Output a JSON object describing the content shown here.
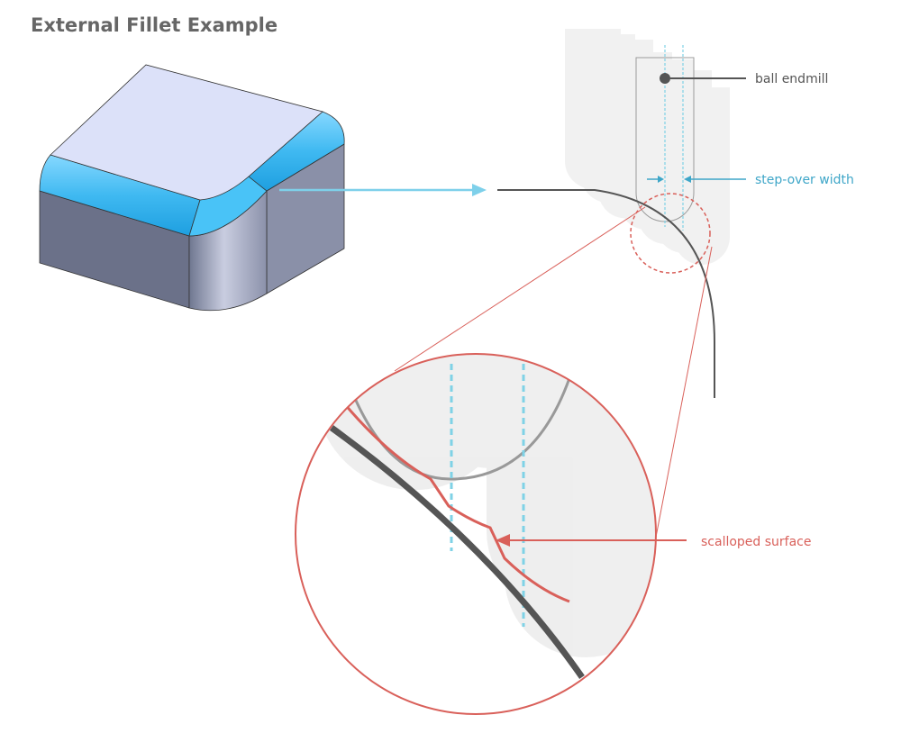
{
  "title": "External Fillet Example",
  "labels": {
    "ball_endmill": "ball endmill",
    "step_over": "step-over width",
    "scalloped": "scalloped surface"
  },
  "colors": {
    "accent_blue": "#4aaed0",
    "cyan_arrow": "#7ed0ea",
    "red": "#d9605a",
    "dark_gray": "#555555",
    "fillet_blue": "#3fb9f1",
    "top_face": "#dce1f9",
    "side_face": "#7a8095"
  },
  "icons": [
    "part-3d",
    "ball-endmill-tool",
    "magnifier-circle"
  ]
}
